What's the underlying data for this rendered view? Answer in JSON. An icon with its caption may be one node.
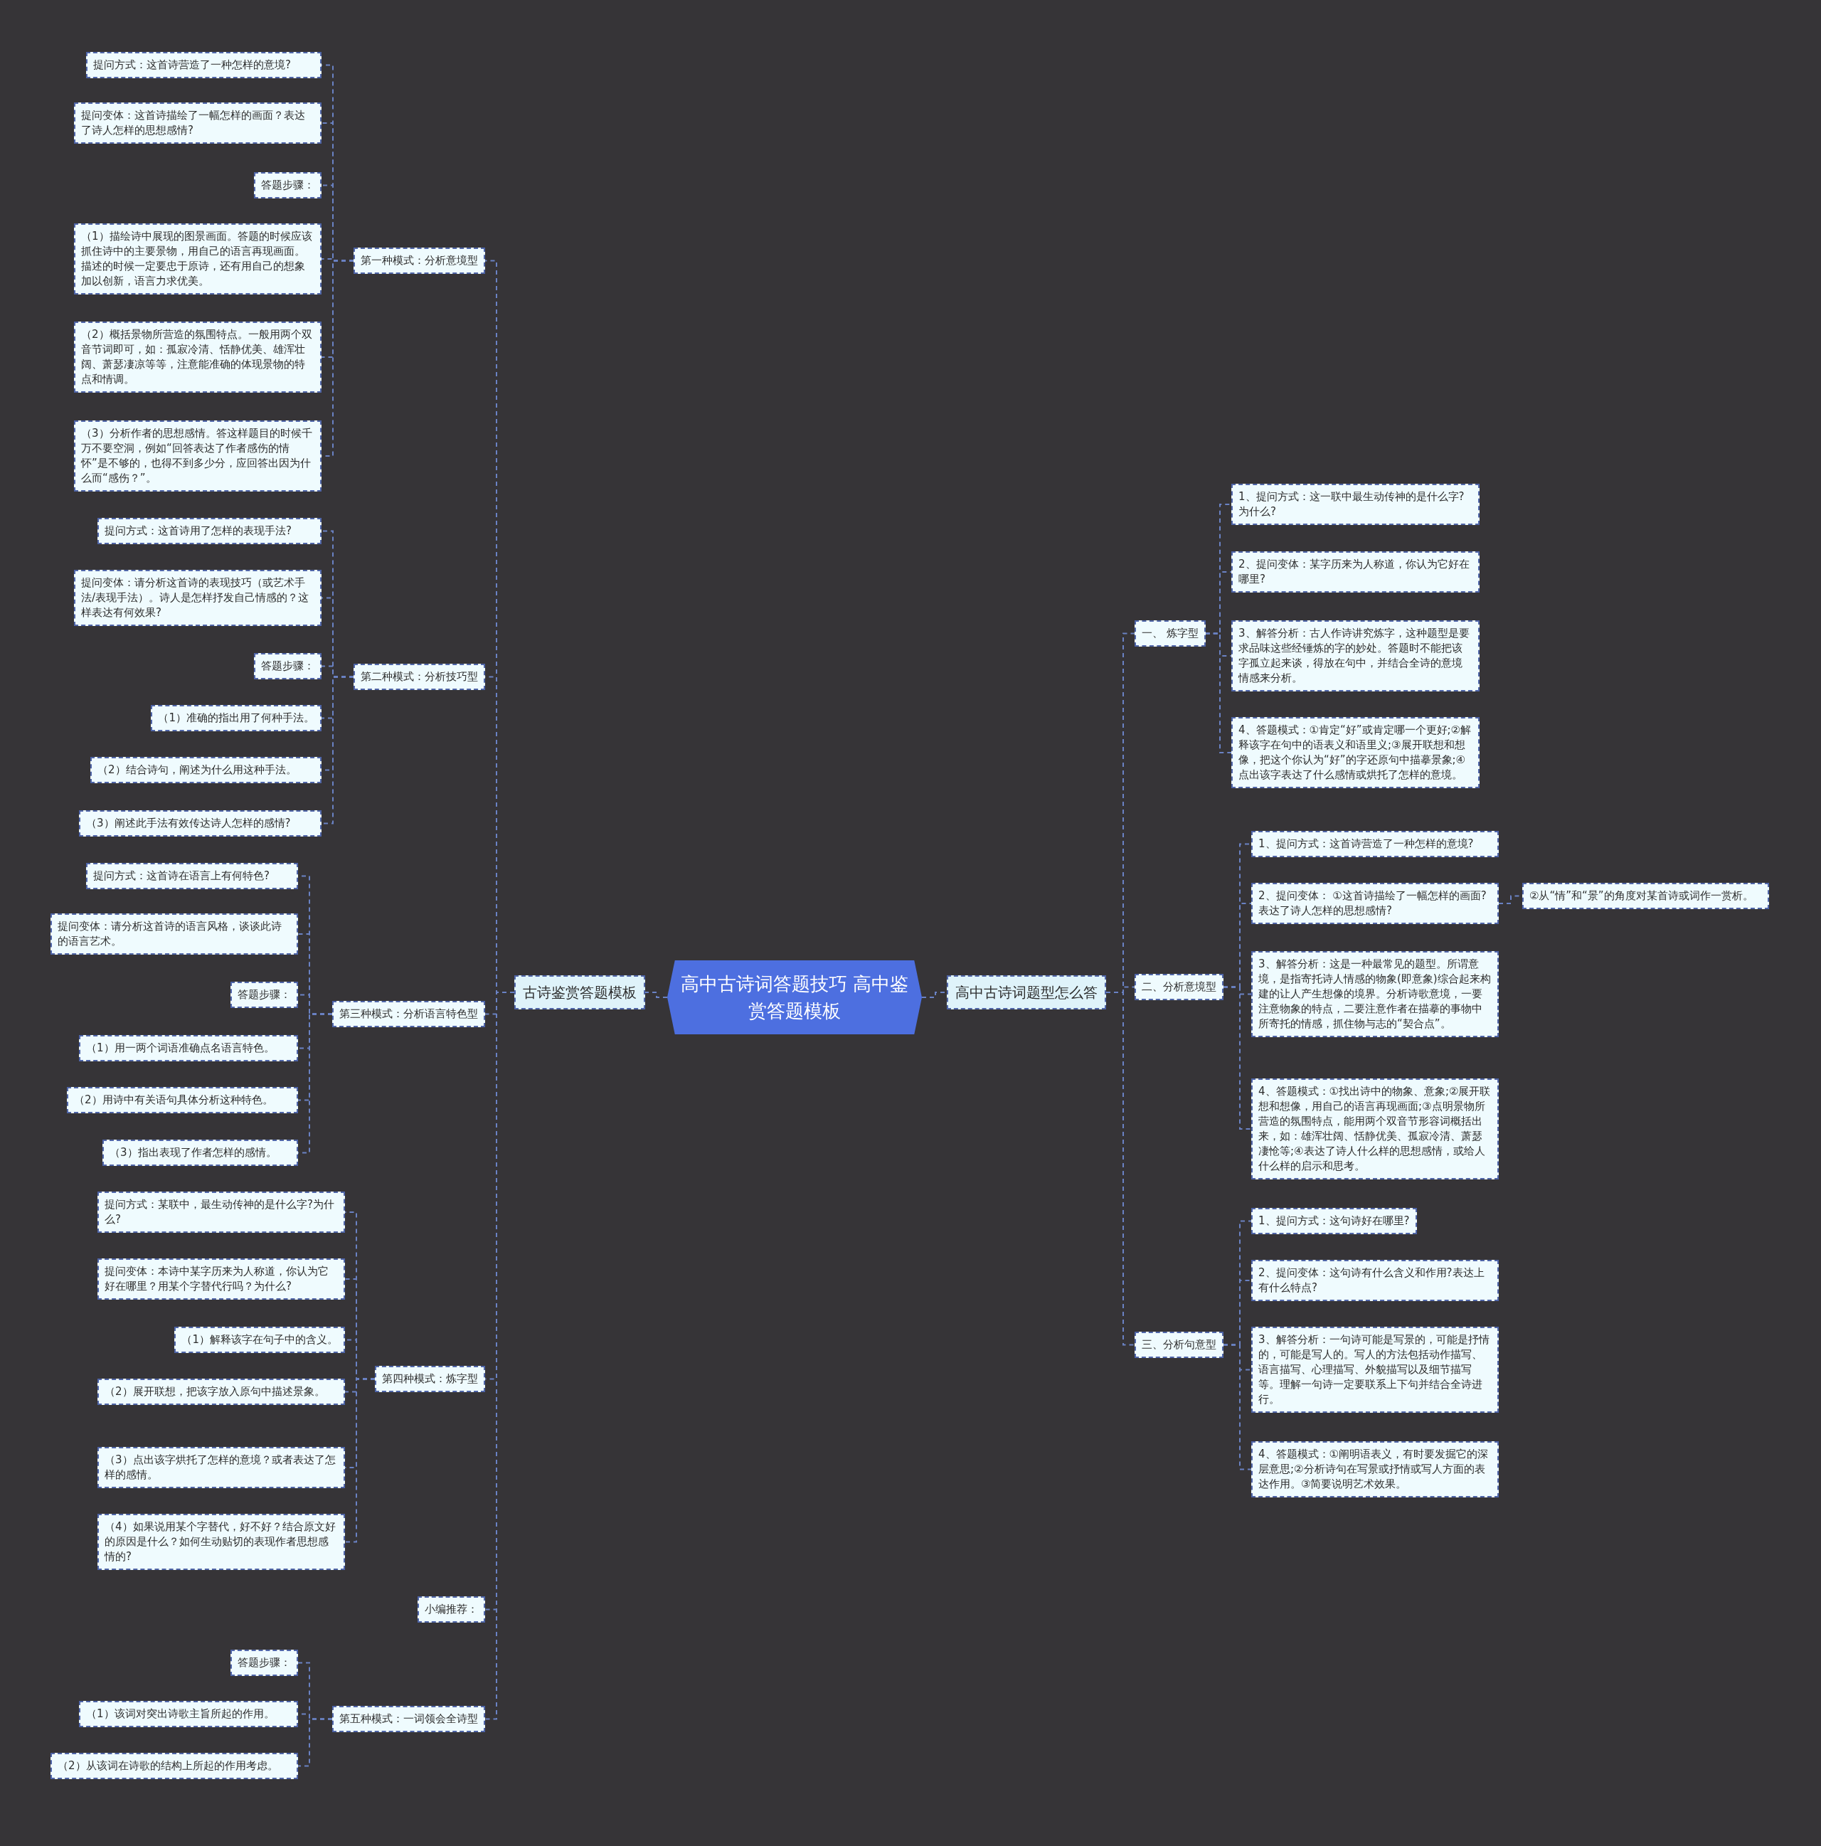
{
  "diagram": {
    "nodes": [
      {
        "text": [
          "高中古诗词答题技巧 高中鉴赏答题模板"
        ]
      },
      {
        "text": [
          "古诗鉴赏答题模板"
        ]
      },
      {
        "text": [
          "高中古诗词题型怎么答"
        ]
      },
      {
        "text": [
          "第一种模式：分析意境型"
        ]
      },
      {
        "text": [
          "提问方式：这首诗营造了一种怎样的意境?"
        ]
      },
      {
        "text": [
          "提问变体：这首诗描绘了一幅怎样的画面？表达了诗人怎样的思想感情?"
        ]
      },
      {
        "text": [
          "答题步骤："
        ]
      },
      {
        "text": [
          "（1）描绘诗中展现的图景画面。答题的时候应该抓住诗中的主要景物，用自己的语言再现画面。描述的时候一定要忠于原诗，还有用自己的想象加以创新，语言力求优美。"
        ]
      },
      {
        "text": [
          "（2）概括景物所营造的氛围特点。一般用两个双音节词即可，如：孤寂冷清、恬静优美、雄浑壮阔、萧瑟凄凉等等，注意能准确的体现景物的特点和情调。"
        ]
      },
      {
        "text": [
          "（3）分析作者的思想感情。答这样题目的时候千万不要空洞，例如“回答表达了作者感伤的情怀”是不够的，也得不到多少分，应回答出因为什么而“感伤？”。"
        ]
      },
      {
        "text": [
          "第二种模式：分析技巧型"
        ]
      },
      {
        "text": [
          "提问方式：这首诗用了怎样的表现手法?"
        ]
      },
      {
        "text": [
          "提问变体：请分析这首诗的表现技巧（或艺术手法/表现手法）。诗人是怎样抒发自己情感的？这样表达有何效果?"
        ]
      },
      {
        "text": [
          "答题步骤："
        ]
      },
      {
        "text": [
          "（1）准确的指出用了何种手法。"
        ]
      },
      {
        "text": [
          "（2）结合诗句，阐述为什么用这种手法。"
        ]
      },
      {
        "text": [
          "（3）阐述此手法有效传达诗人怎样的感情?"
        ]
      },
      {
        "text": [
          "第三种模式：分析语言特色型"
        ]
      },
      {
        "text": [
          "提问方式：这首诗在语言上有何特色?"
        ]
      },
      {
        "text": [
          "提问变体：请分析这首诗的语言风格，谈谈此诗的语言艺术。"
        ]
      },
      {
        "text": [
          "答题步骤："
        ]
      },
      {
        "text": [
          "（1）用一两个词语准确点名语言特色。"
        ]
      },
      {
        "text": [
          "（2）用诗中有关语句具体分析这种特色。"
        ]
      },
      {
        "text": [
          "（3）指出表现了作者怎样的感情。"
        ]
      },
      {
        "text": [
          "第四种模式：炼字型"
        ]
      },
      {
        "text": [
          "提问方式：某联中，最生动传神的是什么字?为什么?"
        ]
      },
      {
        "text": [
          "提问变体：本诗中某字历来为人称道，你认为它好在哪里？用某个字替代行吗？为什么?"
        ]
      },
      {
        "text": [
          "（1）解释该字在句子中的含义。"
        ]
      },
      {
        "text": [
          "（2）展开联想，把该字放入原句中描述景象。"
        ]
      },
      {
        "text": [
          "（3）点出该字烘托了怎样的意境？或者表达了怎样的感情。"
        ]
      },
      {
        "text": [
          "（4）如果说用某个字替代，好不好？结合原文好的原因是什么？如何生动贴切的表现作者思想感情的?"
        ]
      },
      {
        "text": [
          "小编推荐："
        ]
      },
      {
        "text": [
          "第五种模式：一词领会全诗型"
        ]
      },
      {
        "text": [
          "答题步骤："
        ]
      },
      {
        "text": [
          "（1）该词对突出诗歌主旨所起的作用。"
        ]
      },
      {
        "text": [
          "（2）从该词在诗歌的结构上所起的作用考虑。"
        ]
      },
      {
        "text": [
          "一、 炼字型"
        ]
      },
      {
        "text": [
          "1、提问方式：这一联中最生动传神的是什么字?为什么?"
        ]
      },
      {
        "text": [
          "2、提问变体：某字历来为人称道，你认为它好在哪里?"
        ]
      },
      {
        "text": [
          "3、解答分析：古人作诗讲究炼字，这种题型是要求品味这些经锤炼的字的妙处。答题时不能把该字孤立起来谈，得放在句中，并结合全诗的意境情感来分析。"
        ]
      },
      {
        "text": [
          "4、答题模式：①肯定“好”或肯定哪一个更好;②解释该字在句中的语表义和语里义;③展开联想和想像，把这个你认为“好”的字还原句中描摹景象;④点出该字表达了什么感情或烘托了怎样的意境。"
        ]
      },
      {
        "text": [
          "二、分析意境型"
        ]
      },
      {
        "text": [
          "1、提问方式：这首诗营造了一种怎样的意境?"
        ]
      },
      {
        "text": [
          "2、提问变体： ①这首诗描绘了一幅怎样的画面?表达了诗人怎样的思想感情?"
        ]
      },
      {
        "text": [
          "②从“情”和“景”的角度对某首诗或词作一赏析。"
        ]
      },
      {
        "text": [
          "3、解答分析：这是一种最常见的题型。所谓意境，是指寄托诗人情感的物象(即意象)综合起来构建的让人产生想像的境界。分析诗歌意境，一要注意物象的特点，二要注意作者在描摹的事物中所寄托的情感，抓住物与志的“契合点”。"
        ]
      },
      {
        "text": [
          "4、答题模式：①找出诗中的物象、意象;②展开联想和想像，用自己的语言再现画面;③点明景物所营造的氛围特点，能用两个双音节形容词概括出来，如：雄浑壮阔、恬静优美、孤寂冷清、萧瑟凄怆等;④表达了诗人什么样的思想感情，或给人什么样的启示和思考。"
        ]
      },
      {
        "text": [
          "三、分析句意型"
        ]
      },
      {
        "text": [
          "1、提问方式：这句诗好在哪里?"
        ]
      },
      {
        "text": [
          "2、提问变体：这句诗有什么含义和作用?表达上有什么特点?"
        ]
      },
      {
        "text": [
          "3、解答分析：一句诗可能是写景的，可能是抒情的，可能是写人的。写人的方法包括动作描写、语言描写、心理描写、外貌描写以及细节描写等。理解一句诗一定要联系上下句并结合全诗进行。"
        ]
      },
      {
        "text": [
          "4、答题模式：①阐明语表义，有时要发掘它的深层意思;②分析诗句在写景或抒情或写人方面的表达作用。③简要说明艺术效果。"
        ]
      }
    ],
    "edges": [
      {
        "from": 0,
        "to": 1,
        "arrow": "none"
      },
      {
        "from": 0,
        "to": 2,
        "arrow": "none"
      },
      {
        "from": 1,
        "to": 3,
        "arrow": "none"
      },
      {
        "from": 3,
        "to": 4,
        "arrow": "none"
      },
      {
        "from": 3,
        "to": 5,
        "arrow": "none"
      },
      {
        "from": 3,
        "to": 6,
        "arrow": "none"
      },
      {
        "from": 3,
        "to": 7,
        "arrow": "none"
      },
      {
        "from": 3,
        "to": 8,
        "arrow": "none"
      },
      {
        "from": 3,
        "to": 9,
        "arrow": "none"
      },
      {
        "from": 1,
        "to": 10,
        "arrow": "none"
      },
      {
        "from": 10,
        "to": 11,
        "arrow": "none"
      },
      {
        "from": 10,
        "to": 12,
        "arrow": "none"
      },
      {
        "from": 10,
        "to": 13,
        "arrow": "none"
      },
      {
        "from": 10,
        "to": 14,
        "arrow": "none"
      },
      {
        "from": 10,
        "to": 15,
        "arrow": "none"
      },
      {
        "from": 10,
        "to": 16,
        "arrow": "none"
      },
      {
        "from": 1,
        "to": 17,
        "arrow": "none"
      },
      {
        "from": 17,
        "to": 18,
        "arrow": "none"
      },
      {
        "from": 17,
        "to": 19,
        "arrow": "none"
      },
      {
        "from": 17,
        "to": 20,
        "arrow": "none"
      },
      {
        "from": 17,
        "to": 21,
        "arrow": "none"
      },
      {
        "from": 17,
        "to": 22,
        "arrow": "none"
      },
      {
        "from": 17,
        "to": 23,
        "arrow": "none"
      },
      {
        "from": 1,
        "to": 24,
        "arrow": "none"
      },
      {
        "from": 24,
        "to": 25,
        "arrow": "none"
      },
      {
        "from": 24,
        "to": 26,
        "arrow": "none"
      },
      {
        "from": 24,
        "to": 27,
        "arrow": "none"
      },
      {
        "from": 24,
        "to": 28,
        "arrow": "none"
      },
      {
        "from": 24,
        "to": 29,
        "arrow": "none"
      },
      {
        "from": 24,
        "to": 30,
        "arrow": "none"
      },
      {
        "from": 1,
        "to": 31,
        "arrow": "none"
      },
      {
        "from": 1,
        "to": 32,
        "arrow": "none"
      },
      {
        "from": 32,
        "to": 33,
        "arrow": "none"
      },
      {
        "from": 32,
        "to": 34,
        "arrow": "none"
      },
      {
        "from": 32,
        "to": 35,
        "arrow": "none"
      },
      {
        "from": 2,
        "to": 36,
        "arrow": "none"
      },
      {
        "from": 36,
        "to": 37,
        "arrow": "none"
      },
      {
        "from": 36,
        "to": 38,
        "arrow": "none"
      },
      {
        "from": 36,
        "to": 39,
        "arrow": "none"
      },
      {
        "from": 36,
        "to": 40,
        "arrow": "none"
      },
      {
        "from": 2,
        "to": 41,
        "arrow": "none"
      },
      {
        "from": 41,
        "to": 42,
        "arrow": "none"
      },
      {
        "from": 41,
        "to": 43,
        "arrow": "none"
      },
      {
        "from": 43,
        "to": 44,
        "arrow": "none"
      },
      {
        "from": 41,
        "to": 45,
        "arrow": "none"
      },
      {
        "from": 41,
        "to": 46,
        "arrow": "none"
      },
      {
        "from": 2,
        "to": 47,
        "arrow": "none"
      },
      {
        "from": 47,
        "to": 48,
        "arrow": "none"
      },
      {
        "from": 47,
        "to": 49,
        "arrow": "none"
      },
      {
        "from": 47,
        "to": 50,
        "arrow": "none"
      },
      {
        "from": 47,
        "to": 51,
        "arrow": "none"
      }
    ]
  }
}
